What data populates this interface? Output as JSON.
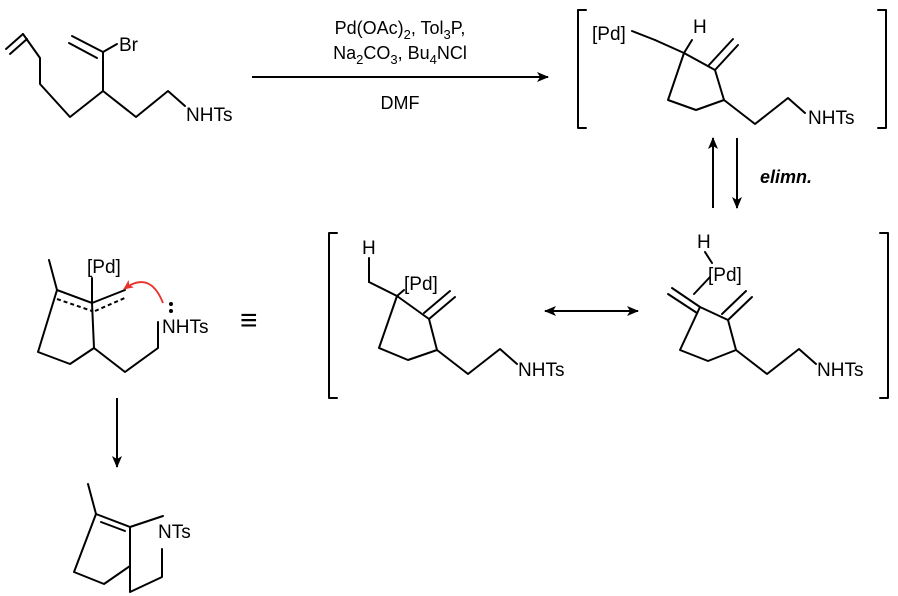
{
  "labels": {
    "br": "Br",
    "nhts": "NHTs",
    "nts": "NTs",
    "pd": "[Pd]",
    "h": "H",
    "lone_pair": ":"
  },
  "conditions": {
    "line1": {
      "a": "Pd(OAc)",
      "a_sub": "2",
      "b": ", Tol",
      "b_sub": "3",
      "c": "P,"
    },
    "line2": {
      "a": "Na",
      "a_sub": "2",
      "b": "CO",
      "b_sub": "3",
      "c": ", Bu",
      "c_sub": "4",
      "d": "NCl"
    },
    "solvent": "DMF"
  },
  "step_label": "elimn.",
  "equivalence_symbol": "≡",
  "colors": {
    "ink": "#000000",
    "curly_arrow": "#e8322a"
  }
}
